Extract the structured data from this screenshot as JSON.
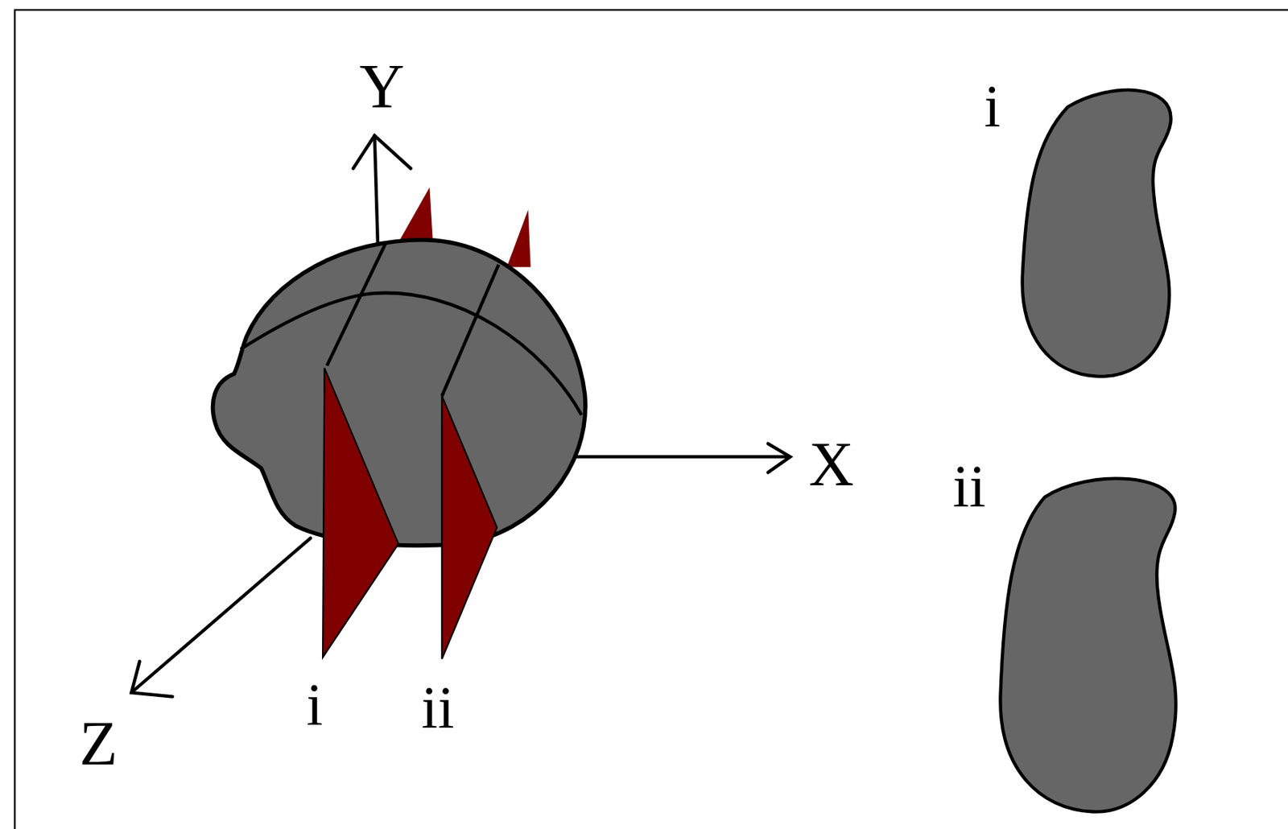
{
  "diagram": {
    "labels": [
      "Y",
      "X",
      "Z",
      "i",
      "ii",
      "i",
      "ii"
    ]
  }
}
